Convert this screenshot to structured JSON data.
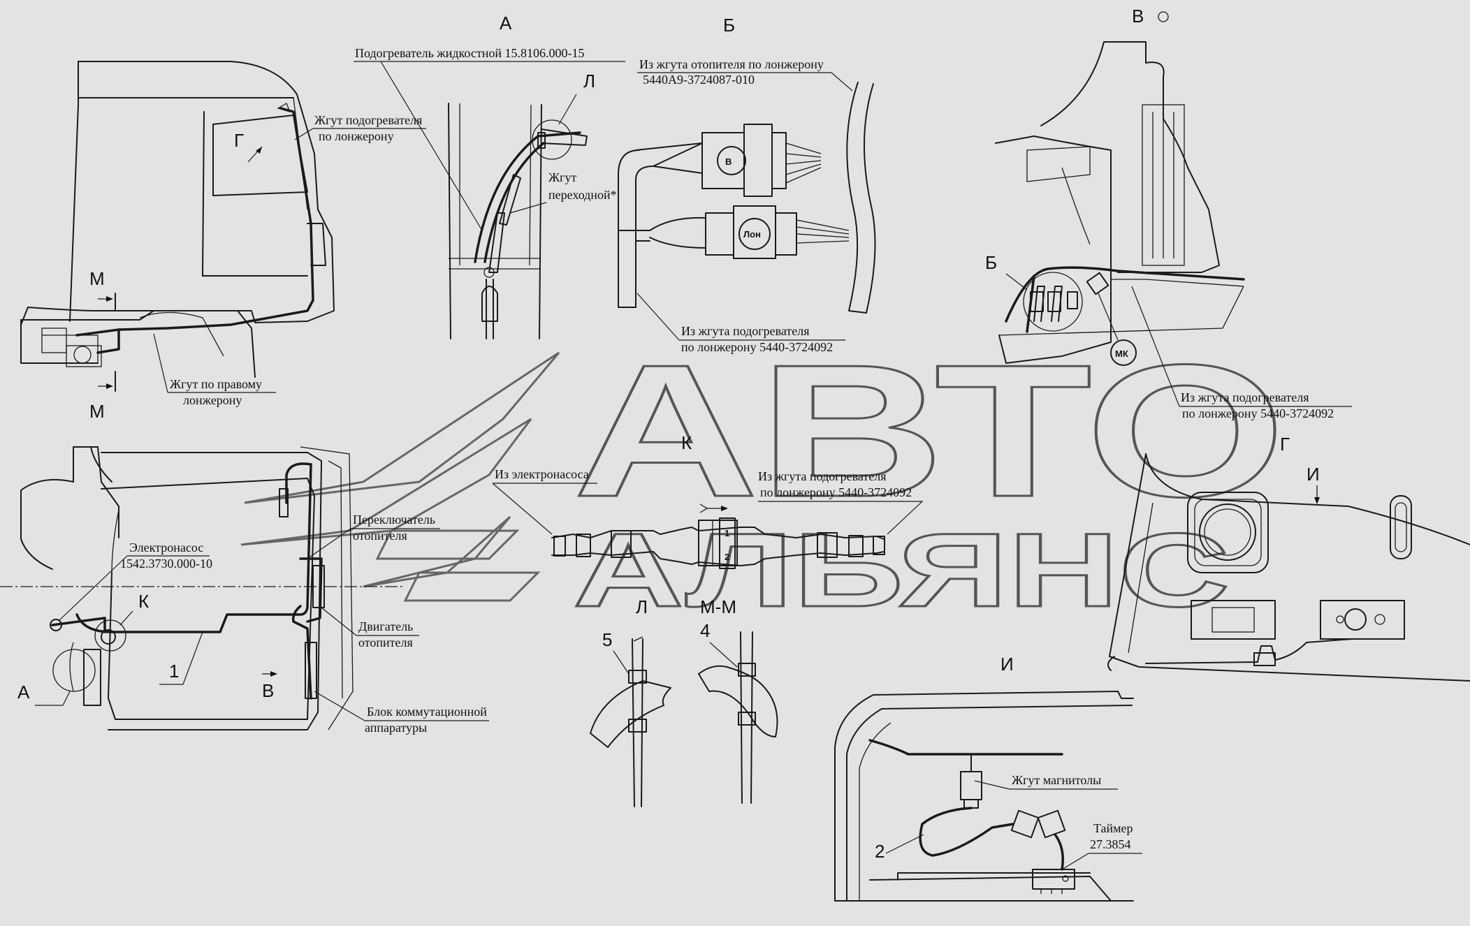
{
  "watermark": {
    "line1": "АВТО",
    "line2": "АЛЬЯНС"
  },
  "views": {
    "a": "А",
    "b": "Б",
    "v": "В",
    "g_top": "Г",
    "g_view": "Г",
    "k": "К",
    "l_top": "Л",
    "l_view": "Л",
    "mm": "М-М",
    "i_view": "И",
    "i_arrow": "И",
    "m_top": "М",
    "m_bot": "М",
    "b_callout": "Б",
    "a_callout": "А",
    "k_callout": "К",
    "v_callout": "В"
  },
  "labels": {
    "heater": "Подогреватель жидкостной 15.8106.000-15",
    "harness_heater_1": "Жгут подогревателя",
    "harness_heater_2": "по лонжерону",
    "adapter_1": "Жгут",
    "adapter_2": "переходной*",
    "right_spar_1": "Жгут по правому",
    "right_spar_2": "лонжерону",
    "from_heater_harness_1": "Из жгута отопителя по лонжерону",
    "from_heater_harness_2": "5440А9-3724087-010",
    "from_preheater_b_1": "Из жгута подогревателя",
    "from_preheater_b_2": "по лонжерону 5440-3724092",
    "from_preheater_v_1": "Из жгута подогревателя",
    "from_preheater_v_2": "по лонжерону 5440-3724092",
    "from_pump": "Из электронасоса",
    "from_preheater_k_1": "Из жгута подогревателя",
    "from_preheater_k_2": "по лонжерону 5440-3724092",
    "pump_1": "Электронасос",
    "pump_2": "1542.3730.000-10",
    "switch_1": "Переключатель",
    "switch_2": "отопителя",
    "motor_1": "Двигатель",
    "motor_2": "отопителя",
    "block_1": "Блок коммутационной",
    "block_2": "аппаратуры",
    "radio": "Жгут магнитолы",
    "timer_1": "Таймер",
    "timer_2": "27.3854",
    "mk": "МК",
    "conn_b": "В",
    "conn_lon": "Лон",
    "n1": "1",
    "n2": "2",
    "n4": "4",
    "n5": "5",
    "pin1": "1",
    "pin2": "2"
  }
}
